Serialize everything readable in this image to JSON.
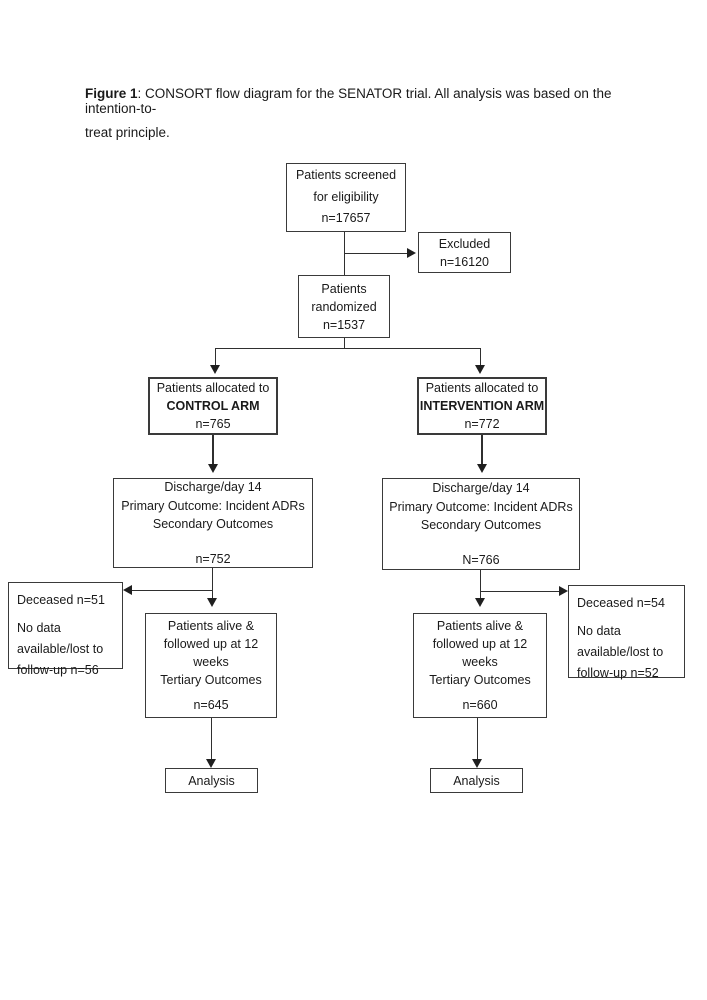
{
  "colors": {
    "background": "#ffffff",
    "ink": "#1a1a1a",
    "box_border": "#3a3a3a"
  },
  "figure_caption": {
    "label": "Figure 1",
    "rest": ": CONSORT flow diagram for the SENATOR trial. All analysis was based on the intention-to-",
    "line2": "treat principle."
  },
  "nodes": {
    "screened": {
      "line1": "Patients screened",
      "line2": "for eligibility",
      "line3": "n=17657"
    },
    "excluded": {
      "line1": "Excluded",
      "line2": "n=16120"
    },
    "randomized": {
      "line1": "Patients",
      "line2": "randomized",
      "line3": "n=1537"
    },
    "control_allocation": {
      "line1": "Patients allocated to",
      "line2": "CONTROL ARM",
      "line3": "n=765"
    },
    "intervention_allocation": {
      "line1": "Patients allocated to",
      "line2": "INTERVENTION ARM",
      "line3": "n=772"
    },
    "control_discharge": {
      "line1": "Discharge/day 14",
      "line2": "Primary Outcome: Incident ADRs",
      "line3": "Secondary Outcomes",
      "line4": "n=752"
    },
    "intervention_discharge": {
      "line1": "Discharge/day 14",
      "line2": "Primary Outcome: Incident ADRs",
      "line3": "Secondary Outcomes",
      "line4": "N=766"
    },
    "control_attrition": {
      "line1": "Deceased n=51",
      "line2": "No data",
      "line3": "available/lost to",
      "line4": "follow-up n=56"
    },
    "intervention_attrition": {
      "line1": "Deceased n=54",
      "line2": "No data",
      "line3": "available/lost to",
      "line4": "follow-up n=52"
    },
    "control_followup": {
      "line1": "Patients alive &",
      "line2": "followed up at 12",
      "line3": "weeks",
      "line4": "Tertiary Outcomes",
      "line5": "n=645"
    },
    "intervention_followup": {
      "line1": "Patients alive &",
      "line2": "followed up at 12",
      "line3": "weeks",
      "line4": "Tertiary Outcomes",
      "line5": "n=660"
    },
    "control_analysis": {
      "line1": "Analysis"
    },
    "intervention_analysis": {
      "line1": "Analysis"
    }
  }
}
